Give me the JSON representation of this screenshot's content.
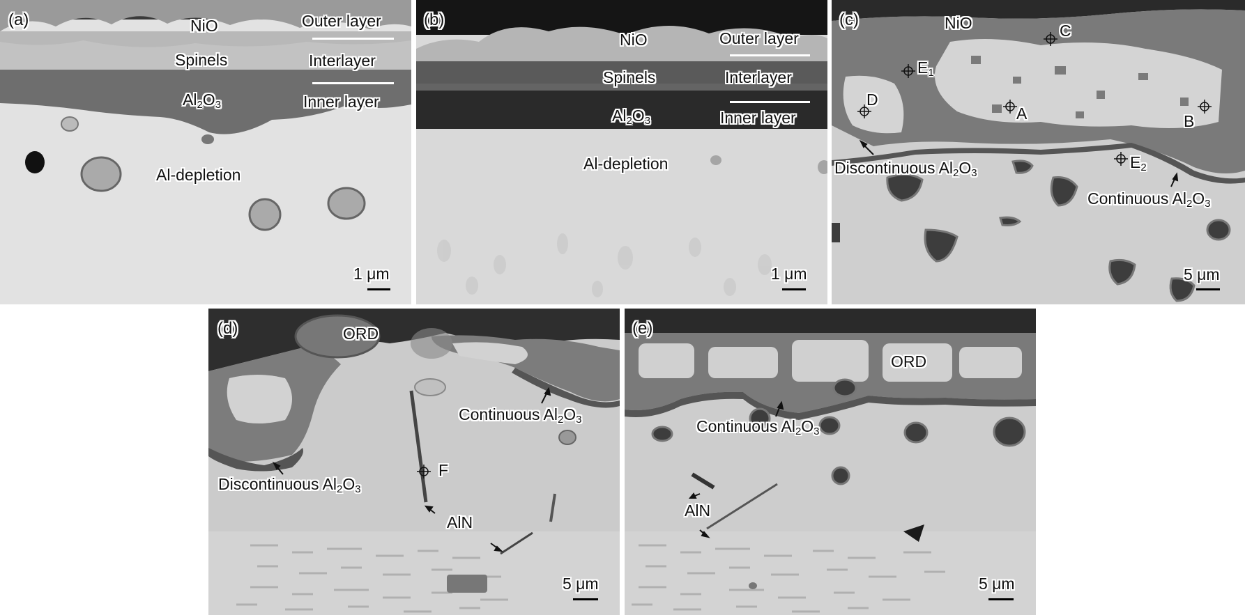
{
  "panels": {
    "a": {
      "tag": "(a)",
      "nio": "NiO",
      "spinels": "Spinels",
      "al2o3_base": "Al",
      "al2o3_sub1": "2",
      "al2o3_mid": "O",
      "al2o3_sub2": "3",
      "outer": "Outer layer",
      "inter": "Interlayer",
      "inner": "Inner layer",
      "depletion": "Al-depletion",
      "scale": "1 μm"
    },
    "b": {
      "tag": "(b)",
      "nio": "NiO",
      "spinels": "Spinels",
      "al2o3_base": "Al",
      "al2o3_sub1": "2",
      "al2o3_mid": "O",
      "al2o3_sub2": "3",
      "outer": "Outer layer",
      "inter": "Interlayer",
      "inner": "Inner layer",
      "depletion": "Al-depletion",
      "scale": "1 μm"
    },
    "c": {
      "tag": "(c)",
      "nio": "NiO",
      "point_c": "C",
      "point_e1_base": "E",
      "point_e1_sub": "1",
      "point_d": "D",
      "point_a": "A",
      "point_b": "B",
      "point_e2_base": "E",
      "point_e2_sub": "2",
      "disc_base": "Discontinuous Al",
      "disc_sub1": "2",
      "disc_mid": "O",
      "disc_sub2": "3",
      "cont_base": "Continuous Al",
      "cont_sub1": "2",
      "cont_mid": "O",
      "cont_sub2": "3",
      "scale": "5 μm"
    },
    "d": {
      "tag": "(d)",
      "ord": "ORD",
      "cont_base": "Continuous Al",
      "cont_sub1": "2",
      "cont_mid": "O",
      "cont_sub2": "3",
      "disc_base": "Discontinuous Al",
      "disc_sub1": "2",
      "disc_mid": "O",
      "disc_sub2": "3",
      "point_f": "F",
      "aln": "AlN",
      "scale": "5 μm"
    },
    "e": {
      "tag": "(e)",
      "ord": "ORD",
      "cont_base": "Continuous Al",
      "cont_sub1": "2",
      "cont_mid": "O",
      "cont_sub2": "3",
      "aln": "AlN",
      "scale": "5 μm"
    }
  },
  "colors": {
    "background": "#ffffff",
    "label_text": "#111111",
    "label_halo": "#ffffff",
    "scale_bar": "#000000"
  }
}
